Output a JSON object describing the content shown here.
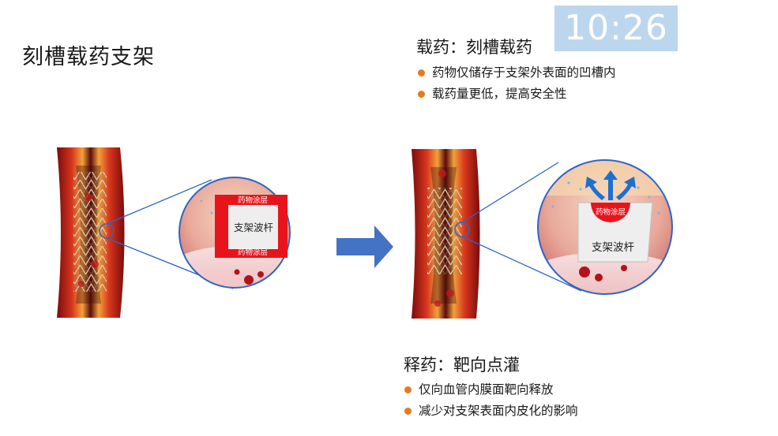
{
  "slide_title": "刻槽载药支架",
  "clock": "10:26",
  "loading": {
    "heading": "载药：刻槽载药",
    "bullets": [
      "药物仅储存于支架外表面的凹槽内",
      "载药量更低，提高安全性"
    ]
  },
  "release": {
    "heading": "释药：靶向点灌",
    "bullets": [
      "仅向血管内膜面靶向释放",
      "减少对支架表面内皮化的影响"
    ]
  },
  "left_zoom": {
    "coating_label": "药物涂层",
    "strut_label": "支架波杆"
  },
  "right_zoom": {
    "coating_label": "药物涂层",
    "strut_label": "支架波杆"
  },
  "colors": {
    "bullet": "#e57a1e",
    "coating_red": "#e8141c",
    "arrow_blue": "#4472c4",
    "clock_bg": "#bcd6ee",
    "release_arrow": "#1f6fd1"
  }
}
